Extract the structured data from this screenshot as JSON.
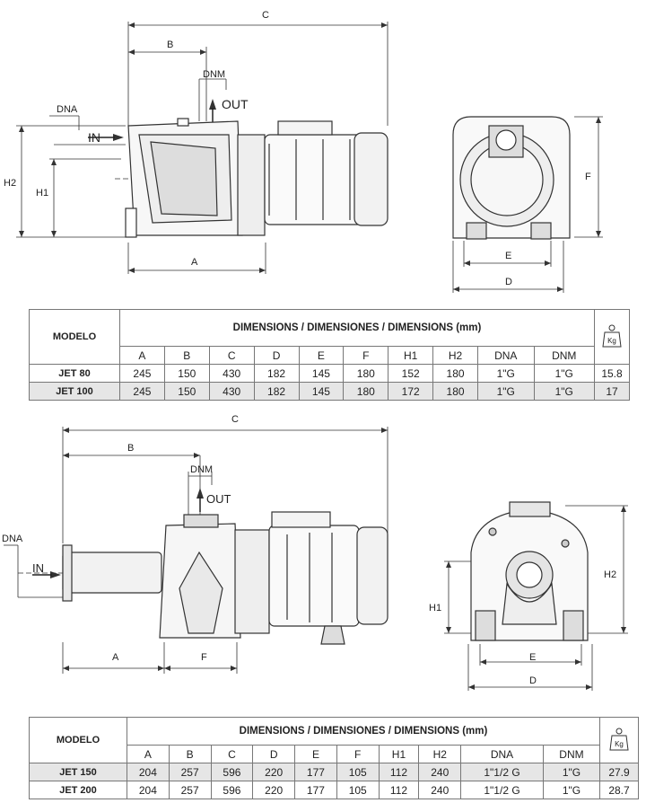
{
  "drawing1": {
    "labels": {
      "C": "C",
      "B": "B",
      "DNM": "DNM",
      "OUT": "OUT",
      "DNA": "DNA",
      "IN": "IN",
      "H2": "H2",
      "H1": "H1",
      "A": "A",
      "F": "F",
      "E": "E",
      "D": "D"
    }
  },
  "drawing2": {
    "labels": {
      "C": "C",
      "B": "B",
      "DNM": "DNM",
      "OUT": "OUT",
      "DNA": "DNA",
      "IN": "IN",
      "A": "A",
      "F": "F",
      "H2": "H2",
      "H1": "H1",
      "E": "E",
      "D": "D"
    }
  },
  "table1": {
    "model_header": "MODELO",
    "dims_header": "DIMENSIONS / DIMENSIONES / DIMENSIONS (mm)",
    "weight_icon": "Kg",
    "columns": [
      "A",
      "B",
      "C",
      "D",
      "E",
      "F",
      "H1",
      "H2",
      "DNA",
      "DNM"
    ],
    "rows": [
      {
        "model": "JET 80",
        "values": [
          "245",
          "150",
          "430",
          "182",
          "145",
          "180",
          "152",
          "180",
          "1\"G",
          "1\"G"
        ],
        "weight": "15.8"
      },
      {
        "model": "JET 100",
        "values": [
          "245",
          "150",
          "430",
          "182",
          "145",
          "180",
          "172",
          "180",
          "1\"G",
          "1\"G"
        ],
        "weight": "17"
      }
    ]
  },
  "table2": {
    "model_header": "MODELO",
    "dims_header": "DIMENSIONS / DIMENSIONES / DIMENSIONS (mm)",
    "weight_icon": "Kg",
    "columns": [
      "A",
      "B",
      "C",
      "D",
      "E",
      "F",
      "H1",
      "H2",
      "DNA",
      "DNM"
    ],
    "rows": [
      {
        "model": "JET 150",
        "values": [
          "204",
          "257",
          "596",
          "220",
          "177",
          "105",
          "112",
          "240",
          "1\"1/2 G",
          "1\"G"
        ],
        "weight": "27.9"
      },
      {
        "model": "JET 200",
        "values": [
          "204",
          "257",
          "596",
          "220",
          "177",
          "105",
          "112",
          "240",
          "1\"1/2 G",
          "1\"G"
        ],
        "weight": "28.7"
      }
    ]
  }
}
